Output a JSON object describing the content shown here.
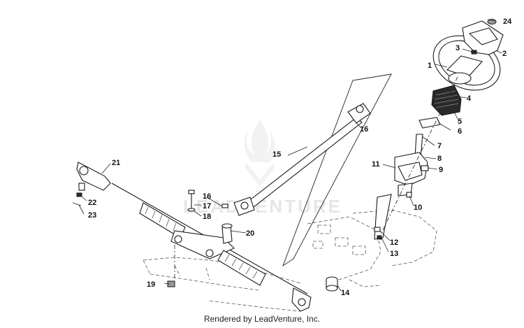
{
  "footer": {
    "text": "Rendered by LeadVenture, Inc."
  },
  "watermark": {
    "text": "LEADVENTURE"
  },
  "callouts": {
    "c1": "1",
    "c2": "2",
    "c3": "3",
    "c4": "4",
    "c5": "5",
    "c6": "6",
    "c7": "7",
    "c8": "8",
    "c9": "9",
    "c10": "10",
    "c11": "11",
    "c12": "12",
    "c13": "13",
    "c14": "14",
    "c15": "15",
    "c16a": "16",
    "c16b": "16",
    "c17": "17",
    "c18": "18",
    "c19": "19",
    "c20": "20",
    "c21": "21",
    "c22": "22",
    "c23": "23",
    "c24": "24"
  }
}
